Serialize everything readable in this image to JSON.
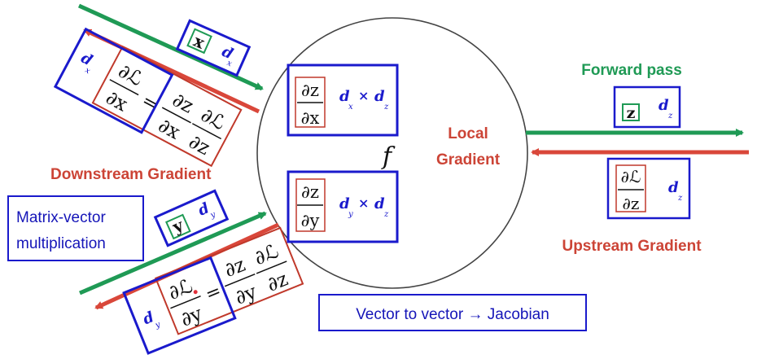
{
  "labels": {
    "forward_pass": "Forward pass",
    "upstream_gradient": "Upstream Gradient",
    "downstream_gradient": "Downstream Gradient",
    "local_gradient_line1": "Local",
    "local_gradient_line2": "Gradient",
    "function": "f"
  },
  "notes": {
    "matrix_vector_line1": "Matrix-vector",
    "matrix_vector_line2": "multiplication",
    "jacobian": "Vector to vector → Jacobian"
  },
  "inputs": {
    "x": {
      "var": "x",
      "dim": "d",
      "dim_sub": "x"
    },
    "y": {
      "var": "y",
      "dim": "d",
      "dim_sub": "y"
    }
  },
  "output": {
    "var": "z",
    "dim": "d",
    "dim_sub": "z"
  },
  "upstream": {
    "num": "∂ℒ",
    "den": "∂z",
    "dim": "d",
    "dim_sub": "z"
  },
  "local": {
    "x": {
      "num": "∂z",
      "den": "∂x",
      "d1": "d",
      "d1_sub": "x",
      "times": "×",
      "d2": "d",
      "d2_sub": "z"
    },
    "y": {
      "num": "∂z",
      "den": "∂y",
      "d1": "d",
      "d1_sub": "y",
      "times": "×",
      "d2": "d",
      "d2_sub": "z"
    }
  },
  "downstream": {
    "x": {
      "lhs_num": "∂ℒ",
      "lhs_den": "∂x",
      "eq": "=",
      "r1_num": "∂z",
      "r1_den": "∂x",
      "r2_num": "∂ℒ",
      "r2_den": "∂z",
      "dim": "d",
      "dim_sub": "x"
    },
    "y": {
      "lhs_num": "∂ℒ",
      "lhs_den": "∂y",
      "eq": "=",
      "r1_num": "∂z",
      "r1_den": "∂y",
      "r2_num": "∂ℒ",
      "r2_den": "∂z",
      "dim": "d",
      "dim_sub": "y"
    }
  },
  "colors": {
    "forward": "#1f9a55",
    "backward": "#d9473a",
    "box": "#1a1acc",
    "label_red": "#cc4436",
    "circle": "#444444"
  }
}
